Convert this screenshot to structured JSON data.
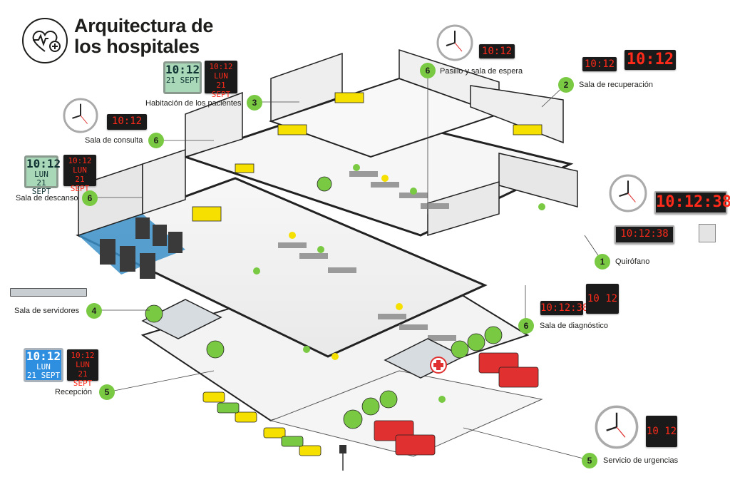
{
  "title_line1": "Arquitectura de",
  "title_line2": "los hospitales",
  "colors": {
    "accent": "#7ac943",
    "digit": "#ff2a1a",
    "yellow": "#f5e000",
    "ambulance": "#e03030"
  },
  "icons": {
    "logo": "heart-pulse-plus-icon"
  },
  "areas": [
    {
      "num": "3",
      "label": "Habitación de los pacientes"
    },
    {
      "num": "6",
      "label": "Pasillo y sala de espera"
    },
    {
      "num": "2",
      "label": "Sala de recuperación"
    },
    {
      "num": "6",
      "label": "Sala de consulta"
    },
    {
      "num": "6",
      "label": "Sala de descanso"
    },
    {
      "num": "1",
      "label": "Quirófano"
    },
    {
      "num": "4",
      "label": "Sala de servidores"
    },
    {
      "num": "6",
      "label": "Sala de diagnóstico"
    },
    {
      "num": "5",
      "label": "Recepción"
    },
    {
      "num": "5",
      "label": "Servicio de urgencias"
    }
  ],
  "displays": {
    "time": "10:12",
    "time_seconds": "10:12:38",
    "day": "LUN",
    "date": "21 SEPT",
    "time_short": "10 12"
  }
}
